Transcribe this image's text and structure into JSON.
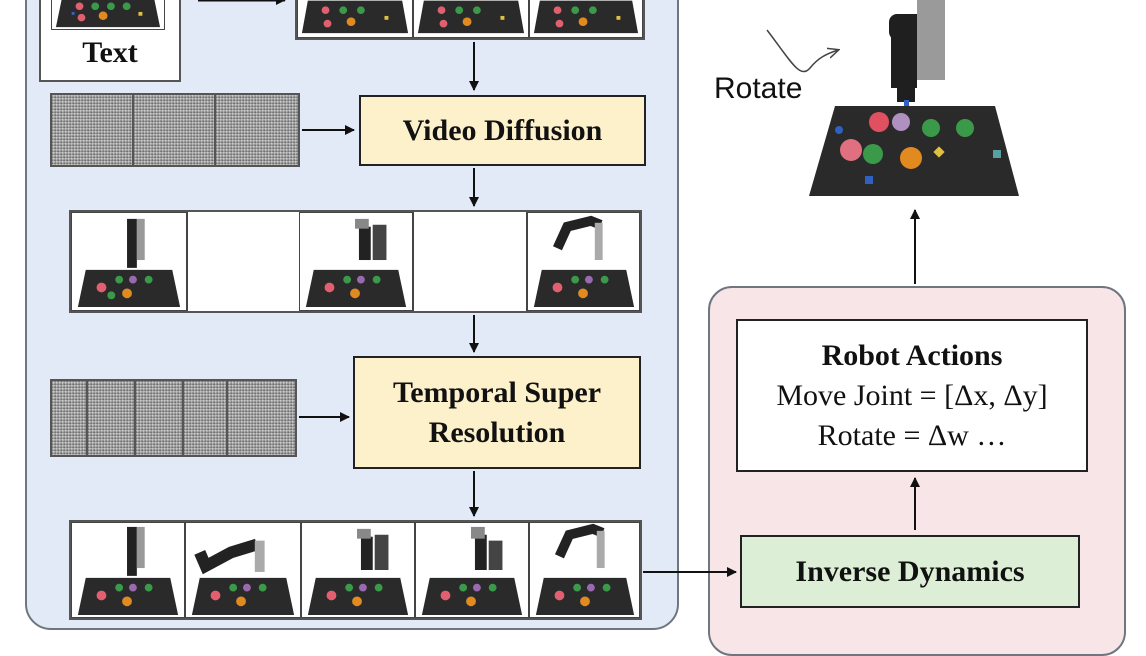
{
  "labels": {
    "text": "Text",
    "video_diffusion": "Video Diffusion",
    "temporal_super_resolution_line1": "Temporal Super",
    "temporal_super_resolution_line2": "Resolution",
    "robot_actions_title": "Robot Actions",
    "robot_actions_line1": "Move Joint = [Δx, Δy]",
    "robot_actions_line2": "Rotate = Δw …",
    "inverse_dynamics": "Inverse Dynamics",
    "rotate": "Rotate"
  },
  "colors": {
    "encoder_panel": "#e2eaf8",
    "policy_panel": "#f8e5e7",
    "model_box": "#fdf1cc",
    "inverse_dynamics_box": "#dcefd6"
  }
}
